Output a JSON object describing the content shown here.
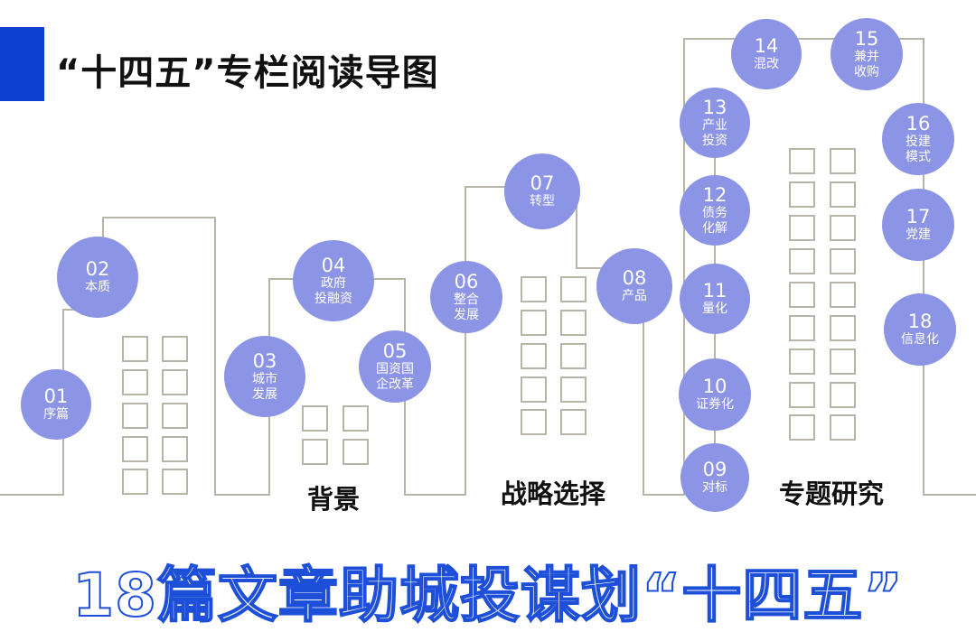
{
  "header": {
    "title": "“十四五”专栏阅读导图"
  },
  "colors": {
    "accent": "#0f3fd1",
    "node": "#8c94e6",
    "line": "#b7b4aa",
    "banner_stroke": "#1d4fd8"
  },
  "nodes": [
    {
      "num": "01",
      "label": "序篇"
    },
    {
      "num": "02",
      "label": "本质"
    },
    {
      "num": "03",
      "label": "城市\n发展"
    },
    {
      "num": "04",
      "label": "政府\n投融资"
    },
    {
      "num": "05",
      "label": "国资国\n企改革"
    },
    {
      "num": "06",
      "label": "整合\n发展"
    },
    {
      "num": "07",
      "label": "转型"
    },
    {
      "num": "08",
      "label": "产品"
    },
    {
      "num": "09",
      "label": "对标"
    },
    {
      "num": "10",
      "label": "证券化"
    },
    {
      "num": "11",
      "label": "量化"
    },
    {
      "num": "12",
      "label": "债务\n化解"
    },
    {
      "num": "13",
      "label": "产业\n投资"
    },
    {
      "num": "14",
      "label": "混改"
    },
    {
      "num": "15",
      "label": "兼并\n收购"
    },
    {
      "num": "16",
      "label": "投建\n模式"
    },
    {
      "num": "17",
      "label": "党建"
    },
    {
      "num": "18",
      "label": "信息化"
    }
  ],
  "sections": {
    "background": "背景",
    "strategy": "战略选择",
    "research": "专题研究"
  },
  "banner": {
    "text": "18篇文章助城投谋划“十四五”"
  }
}
